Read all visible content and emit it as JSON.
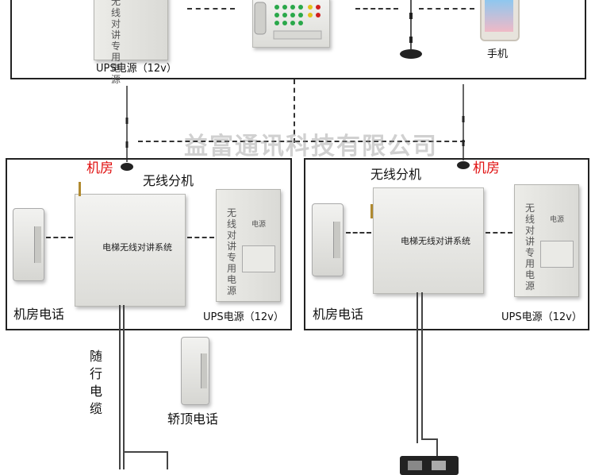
{
  "watermark": "益富通讯科技有限公司",
  "top": {
    "ups_label": "UPS电源（12v）",
    "ups_box_text": "无线对讲专用电源",
    "phone_label": "手机"
  },
  "left_room": {
    "room_label": "机房",
    "extension_label": "无线分机",
    "device_text": "电梯无线对讲系统",
    "ups_box_text": "无线对讲专用电源",
    "ups_badge": "电源",
    "phone_label": "机房电话",
    "ups_label": "UPS电源（12v）"
  },
  "right_room": {
    "room_label": "机房",
    "extension_label": "无线分机",
    "device_text": "电梯无线对讲系统",
    "ups_box_text": "无线对讲专用电源",
    "ups_badge": "电源",
    "phone_label": "机房电话",
    "ups_label": "UPS电源（12v）"
  },
  "cable_label": "随行电缆",
  "car_phone_label": "轿顶电话",
  "colors": {
    "frame": "#222222",
    "accent_red": "#e01010",
    "device": "#e4e4e0"
  }
}
